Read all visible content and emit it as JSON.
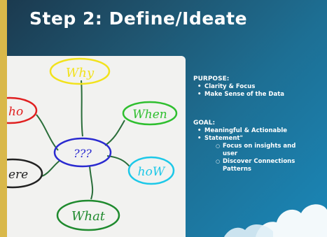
{
  "slide": {
    "title": "Step 2: Define/Ideate"
  },
  "mindmap": {
    "center": "???",
    "nodes": {
      "why": "Why",
      "when": "When",
      "how": "hoW",
      "what": "What",
      "who": "ho",
      "where": "ere"
    }
  },
  "purpose": {
    "heading": "PURPOSE:",
    "items": [
      "Clarity & Focus",
      "Make Sense of the Data"
    ]
  },
  "goal": {
    "heading": "GOAL:",
    "item_line1": "Meaningful & Actionable",
    "item_line2": "Statement\"",
    "sub_items": [
      "Focus on insights and user",
      "Discover Connections Patterns"
    ]
  },
  "colors": {
    "why": "#f2e21c",
    "when": "#2fbf2f",
    "how": "#1cc8e8",
    "what": "#1f8a2e",
    "who": "#e02020",
    "center": "#2a2ad0",
    "lines": "#2a6e3a"
  }
}
